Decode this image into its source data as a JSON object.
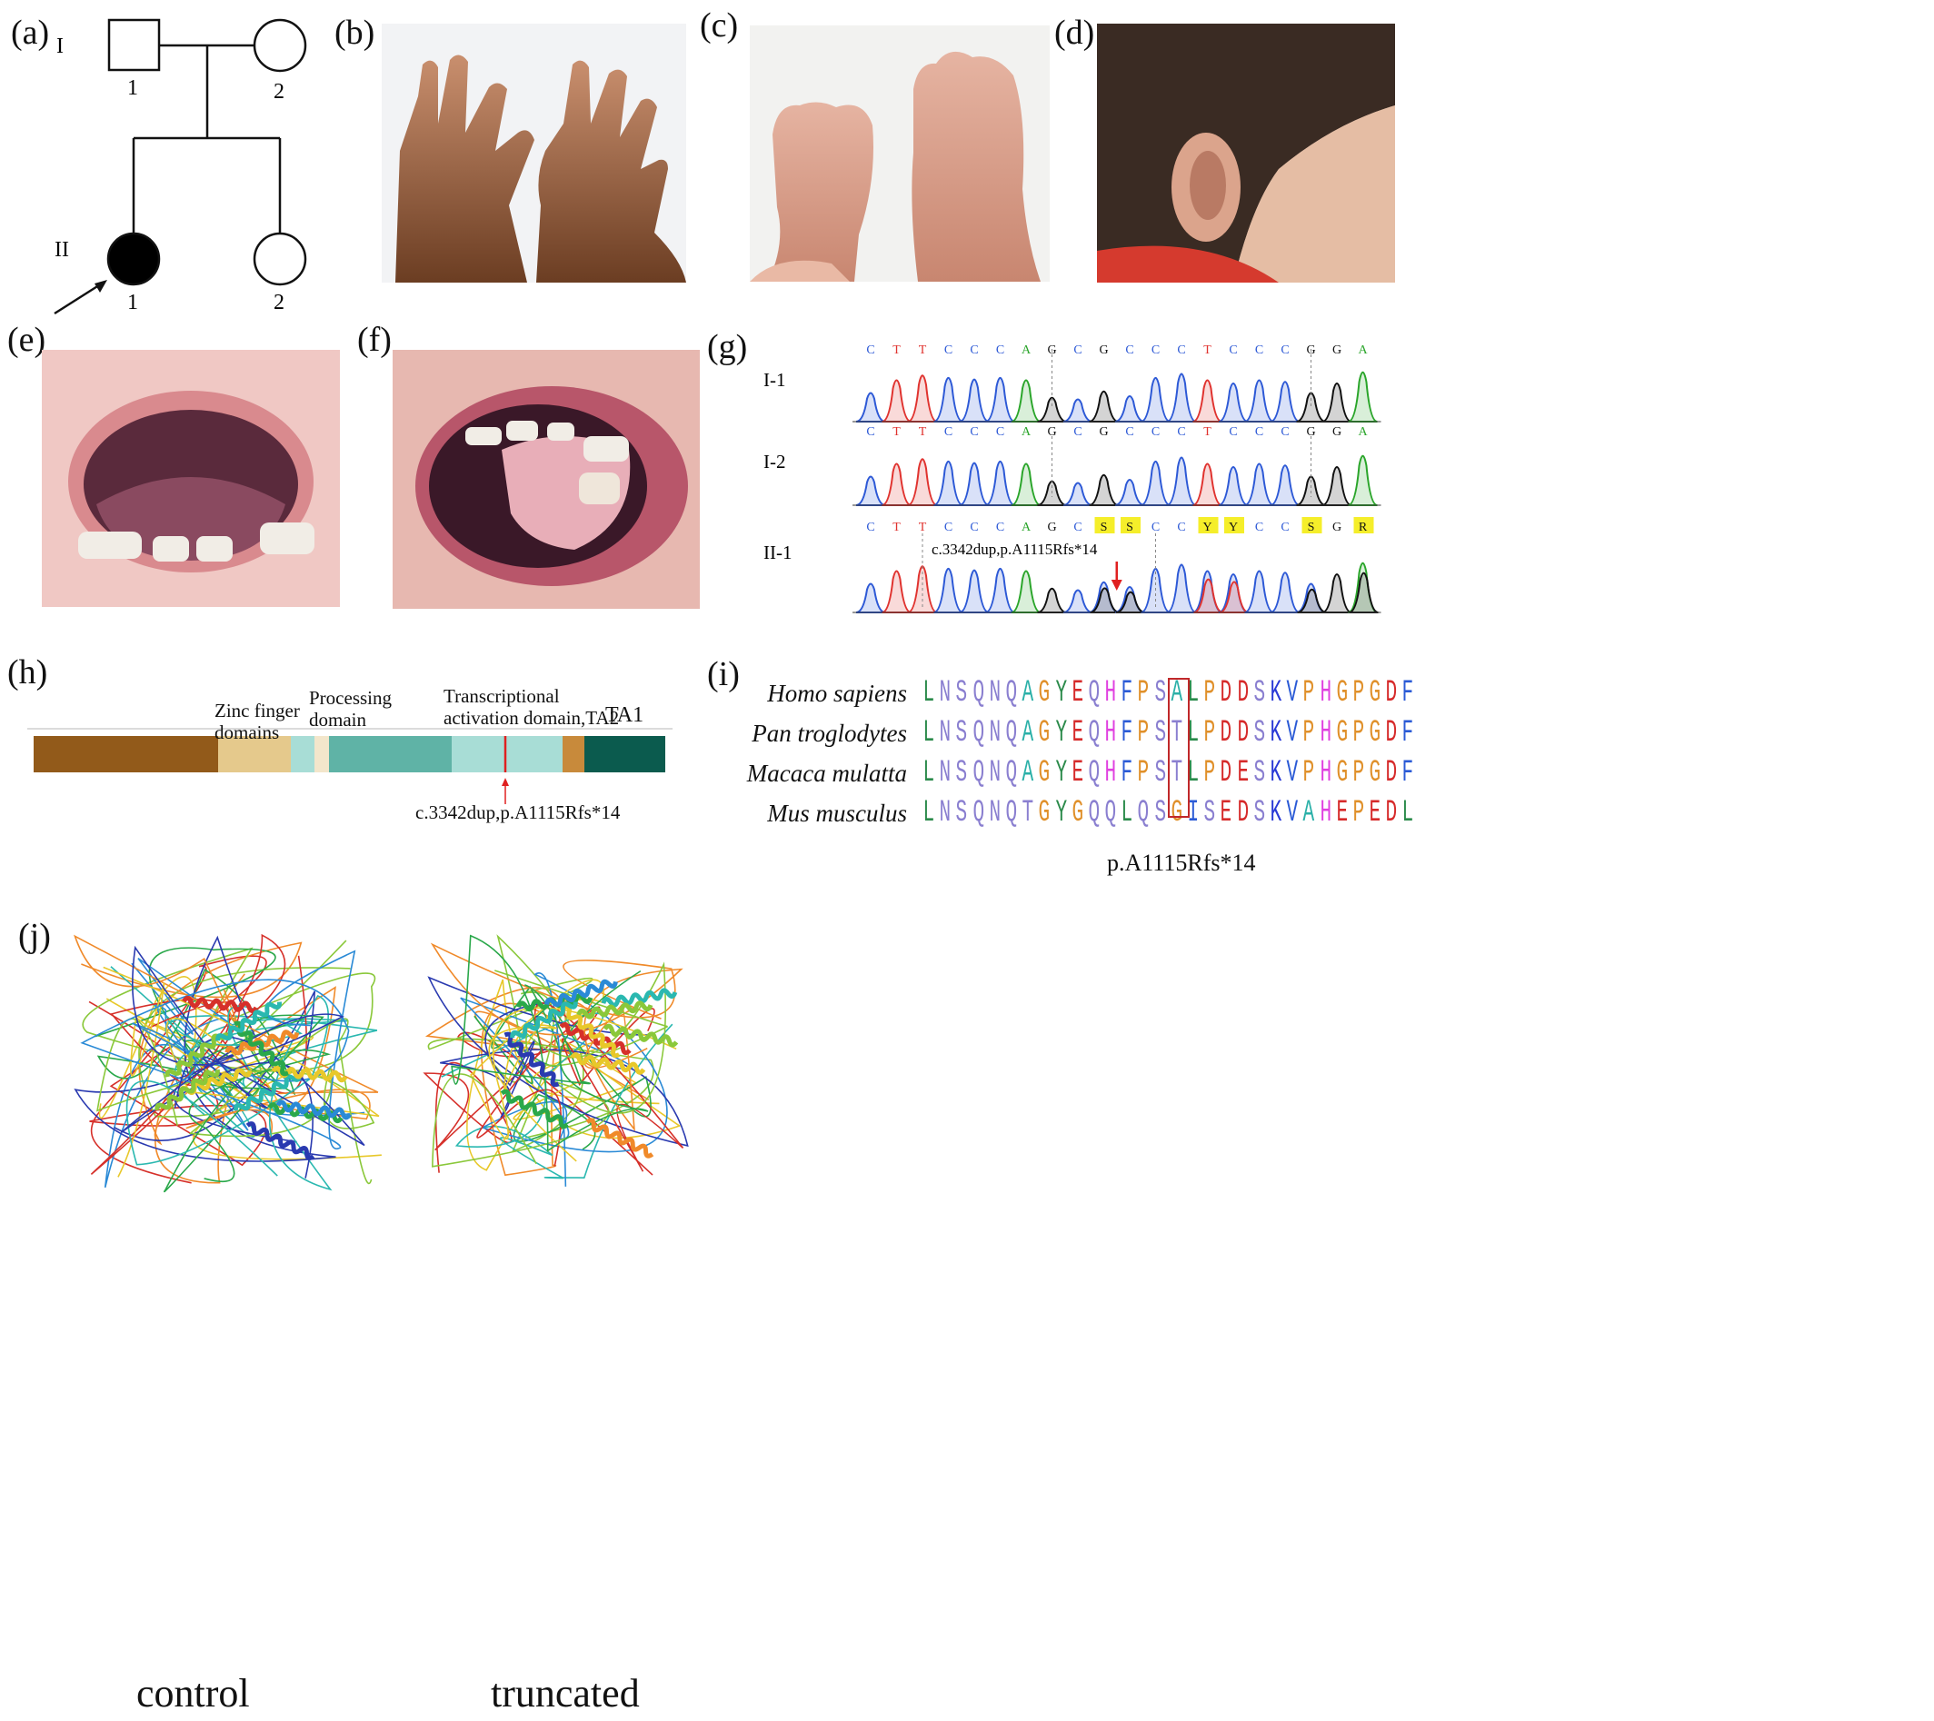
{
  "panel_labels": {
    "a": "(a)",
    "b": "(b)",
    "c": "(c)",
    "d": "(d)",
    "e": "(e)",
    "f": "(f)",
    "g": "(g)",
    "h": "(h)",
    "i": "(i)",
    "j": "(j)"
  },
  "pedigree": {
    "generations": [
      "I",
      "II"
    ],
    "numbers": {
      "I1": "1",
      "I2": "2",
      "II1": "1",
      "II2": "2"
    }
  },
  "chromatogram": {
    "rows": [
      {
        "label": "I-1",
        "bases": [
          "C",
          "T",
          "T",
          "C",
          "C",
          "C",
          "A",
          "G",
          "C",
          "G",
          "C",
          "C",
          "C",
          "T",
          "C",
          "C",
          "C",
          "G",
          "G",
          "A"
        ]
      },
      {
        "label": "I-2",
        "bases": [
          "C",
          "T",
          "T",
          "C",
          "C",
          "C",
          "A",
          "G",
          "C",
          "G",
          "C",
          "C",
          "C",
          "T",
          "C",
          "C",
          "C",
          "G",
          "G",
          "A"
        ]
      },
      {
        "label": "II-1",
        "bases": [
          "C",
          "T",
          "T",
          "C",
          "C",
          "C",
          "A",
          "G",
          "C",
          "S",
          "S",
          "C",
          "C",
          "Y",
          "Y",
          "C",
          "C",
          "S",
          "G",
          "R"
        ],
        "highlighted": [
          "S",
          "S",
          "Y",
          "Y",
          "S",
          "R"
        ]
      }
    ],
    "mutation_label": "c.3342dup,p.A1115Rfs*14",
    "base_colors": {
      "A": "#2aa52a",
      "C": "#2d59d6",
      "G": "#111111",
      "T": "#e0332f"
    }
  },
  "domains": {
    "labels": {
      "zinc": "Zinc finger domains",
      "processing": "Processing domain",
      "ta2": "Transcriptional activation domain,TA2",
      "ta1": "TA1"
    },
    "mutation_label": "c.3342dup,p.A1115Rfs*14",
    "colors": {
      "brown": "#925a1a",
      "tan": "#e5c98c",
      "mint": "#a8ddd6",
      "cream": "#f3e6cb",
      "teal": "#5fb3a6",
      "light": "#a8ddd6",
      "orange": "#c88a3b",
      "dark": "#0b5b4e"
    }
  },
  "alignment": {
    "species": [
      "Homo sapiens",
      "Pan troglodytes",
      "Macaca mulatta",
      "Mus musculus"
    ],
    "sequences": [
      "LNSQNQAGYEQHFPSALPDDSKVPHGPGDF",
      "LNSQNQAGYEQHFPSTLPDDSKVPHGPGDF",
      "LNSQNQAGYEQHFPSTLPDESKVPHGPGDF",
      "LNSQNQTGYGQQLQSGISEDSKVAHEPEDL"
    ],
    "caption": "p.A1115Rfs*14",
    "aa_colors": {
      "L": "#2a8a4a",
      "N": "#8a7fd0",
      "S": "#8a7fd0",
      "Q": "#8a7fd0",
      "A": "#2ab0a8",
      "G": "#e0902a",
      "Y": "#2a8a4a",
      "E": "#d62a2a",
      "H": "#e040e0",
      "F": "#2a5ad6",
      "P": "#e0902a",
      "T": "#8a7fd0",
      "D": "#d62a2a",
      "K": "#2a3ad6",
      "V": "#2a5ad6",
      "R": "#2a3ad6",
      "I": "#2a5ad6",
      "C": "#2a8a4a",
      "M": "#2a5ad6",
      "W": "#2a5ad6"
    }
  },
  "structures": {
    "labels": [
      "control",
      "truncated"
    ]
  }
}
